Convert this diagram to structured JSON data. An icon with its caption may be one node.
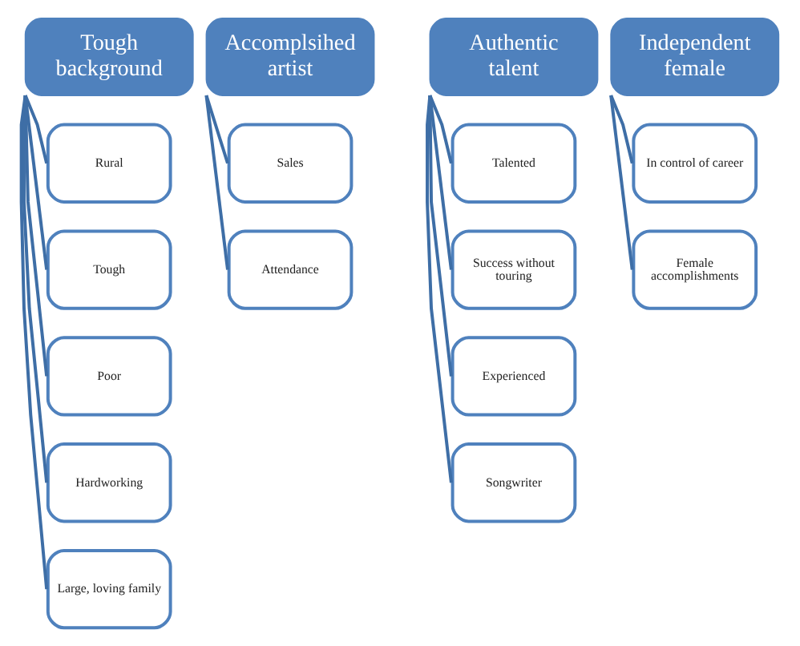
{
  "diagram": {
    "nodes": [
      {
        "text": [
          "Tough background"
        ]
      },
      {
        "text": [
          "Rural"
        ]
      },
      {
        "text": [
          "Tough"
        ]
      },
      {
        "text": [
          "Poor"
        ]
      },
      {
        "text": [
          "Hardworking"
        ]
      },
      {
        "text": [
          "Large, loving family"
        ]
      },
      {
        "text": [
          "Accomplsihed artist"
        ]
      },
      {
        "text": [
          "Sales"
        ]
      },
      {
        "text": [
          "Attendance"
        ]
      },
      {
        "text": [
          "Authentic talent"
        ]
      },
      {
        "text": [
          "Talented"
        ]
      },
      {
        "text": [
          "Success without touring"
        ]
      },
      {
        "text": [
          "Experienced"
        ]
      },
      {
        "text": [
          "Songwriter"
        ]
      },
      {
        "text": [
          "Independent female"
        ]
      },
      {
        "text": [
          "In control of career"
        ]
      },
      {
        "text": [
          "Female accomplishments"
        ]
      }
    ],
    "edges": [
      {
        "from": 0,
        "to": 1,
        "arrow": "none"
      },
      {
        "from": 0,
        "to": 2,
        "arrow": "none"
      },
      {
        "from": 0,
        "to": 3,
        "arrow": "none"
      },
      {
        "from": 0,
        "to": 4,
        "arrow": "none"
      },
      {
        "from": 0,
        "to": 5,
        "arrow": "none"
      },
      {
        "from": 6,
        "to": 7,
        "arrow": "none"
      },
      {
        "from": 6,
        "to": 8,
        "arrow": "none"
      },
      {
        "from": 9,
        "to": 10,
        "arrow": "none"
      },
      {
        "from": 9,
        "to": 11,
        "arrow": "none"
      },
      {
        "from": 9,
        "to": 12,
        "arrow": "none"
      },
      {
        "from": 9,
        "to": 13,
        "arrow": "none"
      },
      {
        "from": 14,
        "to": 15,
        "arrow": "none"
      },
      {
        "from": 14,
        "to": 16,
        "arrow": "none"
      }
    ]
  }
}
